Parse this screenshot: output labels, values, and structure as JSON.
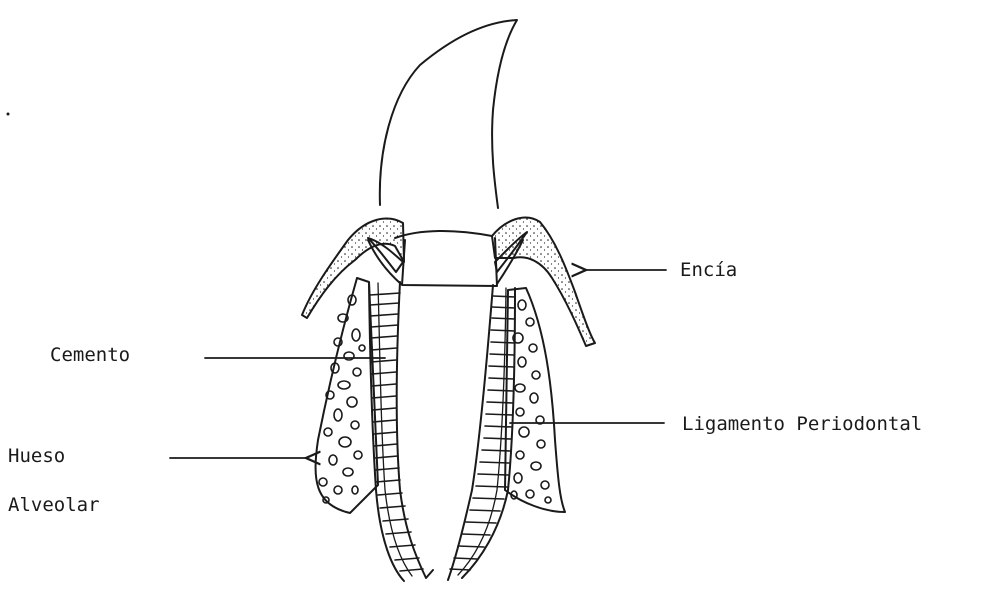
{
  "labels": {
    "encia": "Encía",
    "cemento": "Cemento",
    "ligamento": "Ligamento Periodontal",
    "hueso": "Hueso",
    "alveolar": "Alveolar"
  },
  "colors": {
    "ink": "#1a1a1a",
    "paper": "#ffffff"
  }
}
